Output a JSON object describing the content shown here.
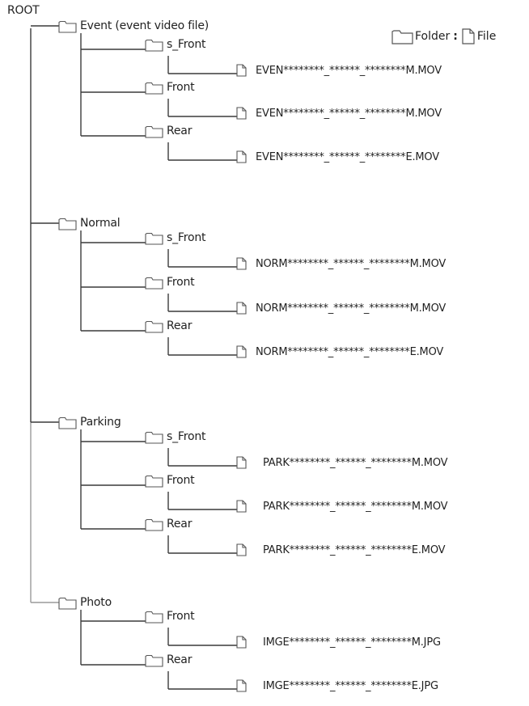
{
  "root": {
    "label": "ROOT"
  },
  "legend": {
    "folder_label": "Folder",
    "separator": ":",
    "file_label": "File"
  },
  "folders": [
    {
      "label": "Event (event video file)",
      "subfolders": [
        {
          "label": "s_Front",
          "file": "EVEN********_******_********M.MOV"
        },
        {
          "label": "Front",
          "file": "EVEN********_******_********M.MOV"
        },
        {
          "label": "Rear",
          "file": "EVEN********_******_********E.MOV"
        }
      ]
    },
    {
      "label": "Normal",
      "subfolders": [
        {
          "label": "s_Front",
          "file": "NORM********_******_********M.MOV"
        },
        {
          "label": "Front",
          "file": "NORM********_******_********M.MOV"
        },
        {
          "label": "Rear",
          "file": "NORM********_******_********E.MOV"
        }
      ]
    },
    {
      "label": "Parking",
      "subfolders": [
        {
          "label": "s_Front",
          "file": "PARK********_******_********M.MOV"
        },
        {
          "label": "Front",
          "file": "PARK********_******_********M.MOV"
        },
        {
          "label": "Rear",
          "file": "PARK********_******_********E.MOV"
        }
      ]
    },
    {
      "label": "Photo",
      "subfolders": [
        {
          "label": "Front",
          "file": "IMGE********_******_********M.JPG"
        },
        {
          "label": "Rear",
          "file": "IMGE********_******_********E.JPG"
        }
      ]
    }
  ]
}
